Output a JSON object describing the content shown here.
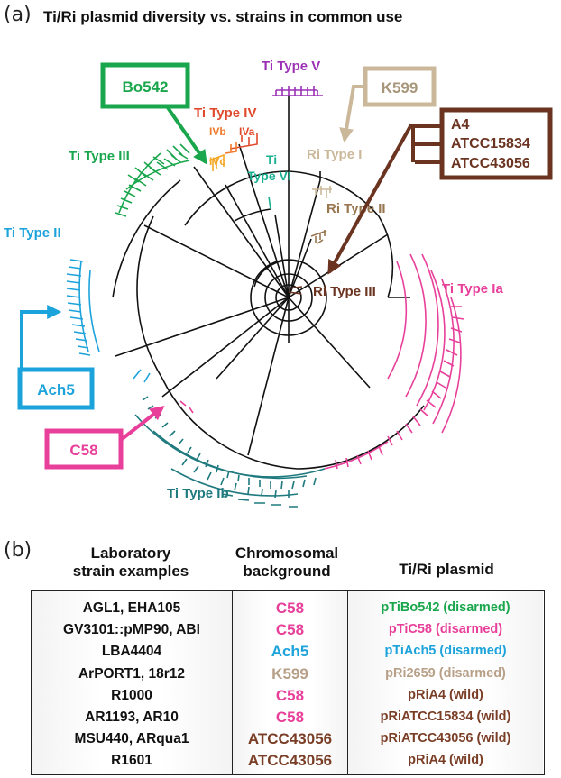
{
  "panel_a": {
    "letter": "(a)",
    "title": "Ti/Ri plasmid diversity vs. strains in common use",
    "clade_labels": {
      "ti_type_v": "Ti Type V",
      "ti_type_iv": "Ti Type IV",
      "ivb": "IVb",
      "iva": "IVa",
      "ivc": "IVc",
      "ti_type_iii": "Ti Type III",
      "ti_type_vi_1": "Ti",
      "ti_type_vi_2": "Type VI",
      "ri_type_i": "Ri Type I",
      "ri_type_ii": "Ri Type II",
      "ri_type_iii": "Ri Type III",
      "ti_type_ii": "Ti Type II",
      "ti_type_ia": "Ti Type Ia",
      "ti_type_ib": "Ti Type Ib"
    },
    "callouts": {
      "bo542": "Bo542",
      "k599": "K599",
      "a4_lines": [
        "A4",
        "ATCC15834",
        "ATCC43056"
      ],
      "ach5": "Ach5",
      "c58": "C58"
    },
    "colors": {
      "ti_type_v": "#9b30b5",
      "ti_type_iv": "#e04a2c",
      "ti_type_ivb": "#f07a2a",
      "ti_type_ivc": "#f5a623",
      "ti_type_iii": "#1aa64c",
      "ti_type_vi": "#19b092",
      "ri_type_i": "#cbb89a",
      "ri_type_ii": "#98764f",
      "ri_type_iii": "#6b3420",
      "ti_type_ii": "#1ca3db",
      "ti_type_ia": "#e8409a",
      "ti_type_ib": "#1e7a7e",
      "backbone": "#111111"
    }
  },
  "panel_b": {
    "letter": "(b)",
    "headers": {
      "col1": [
        "Laboratory",
        "strain examples"
      ],
      "col2": [
        "Chromosomal",
        "background"
      ],
      "col3": "Ti/Ri plasmid"
    },
    "rows": [
      {
        "strain": "AGL1, EHA105",
        "chromosome": "C58",
        "chrom_color": "#e8409a",
        "plasmid": "pTiBo542 (disarmed)",
        "plasmid_color": "#1aa64c"
      },
      {
        "strain": "GV3101::pMP90, ABI",
        "chromosome": "C58",
        "chrom_color": "#e8409a",
        "plasmid": "pTiC58 (disarmed)",
        "plasmid_color": "#e8409a"
      },
      {
        "strain": "LBA4404",
        "chromosome": "Ach5",
        "chrom_color": "#1ca3db",
        "plasmid": "pTiAch5 (disarmed)",
        "plasmid_color": "#1ca3db"
      },
      {
        "strain": "ArPORT1, 18r12",
        "chromosome": "K599",
        "chrom_color": "#b8a088",
        "plasmid": "pRi2659 (disarmed)",
        "plasmid_color": "#b8a088"
      },
      {
        "strain": "R1000",
        "chromosome": "C58",
        "chrom_color": "#e8409a",
        "plasmid": "pRiA4 (wild)",
        "plasmid_color": "#7a3e26"
      },
      {
        "strain": "AR1193, AR10",
        "chromosome": "C58",
        "chrom_color": "#e8409a",
        "plasmid": "pRiATCC15834 (wild)",
        "plasmid_color": "#7a3e26"
      },
      {
        "strain": "MSU440, ARqua1",
        "chromosome": "ATCC43056",
        "chrom_color": "#7a3e26",
        "plasmid": "pRiATCC43056 (wild)",
        "plasmid_color": "#7a3e26"
      },
      {
        "strain": "R1601",
        "chromosome": "ATCC43056",
        "chrom_color": "#7a3e26",
        "plasmid": "pRiA4 (wild)",
        "plasmid_color": "#7a3e26"
      }
    ]
  }
}
